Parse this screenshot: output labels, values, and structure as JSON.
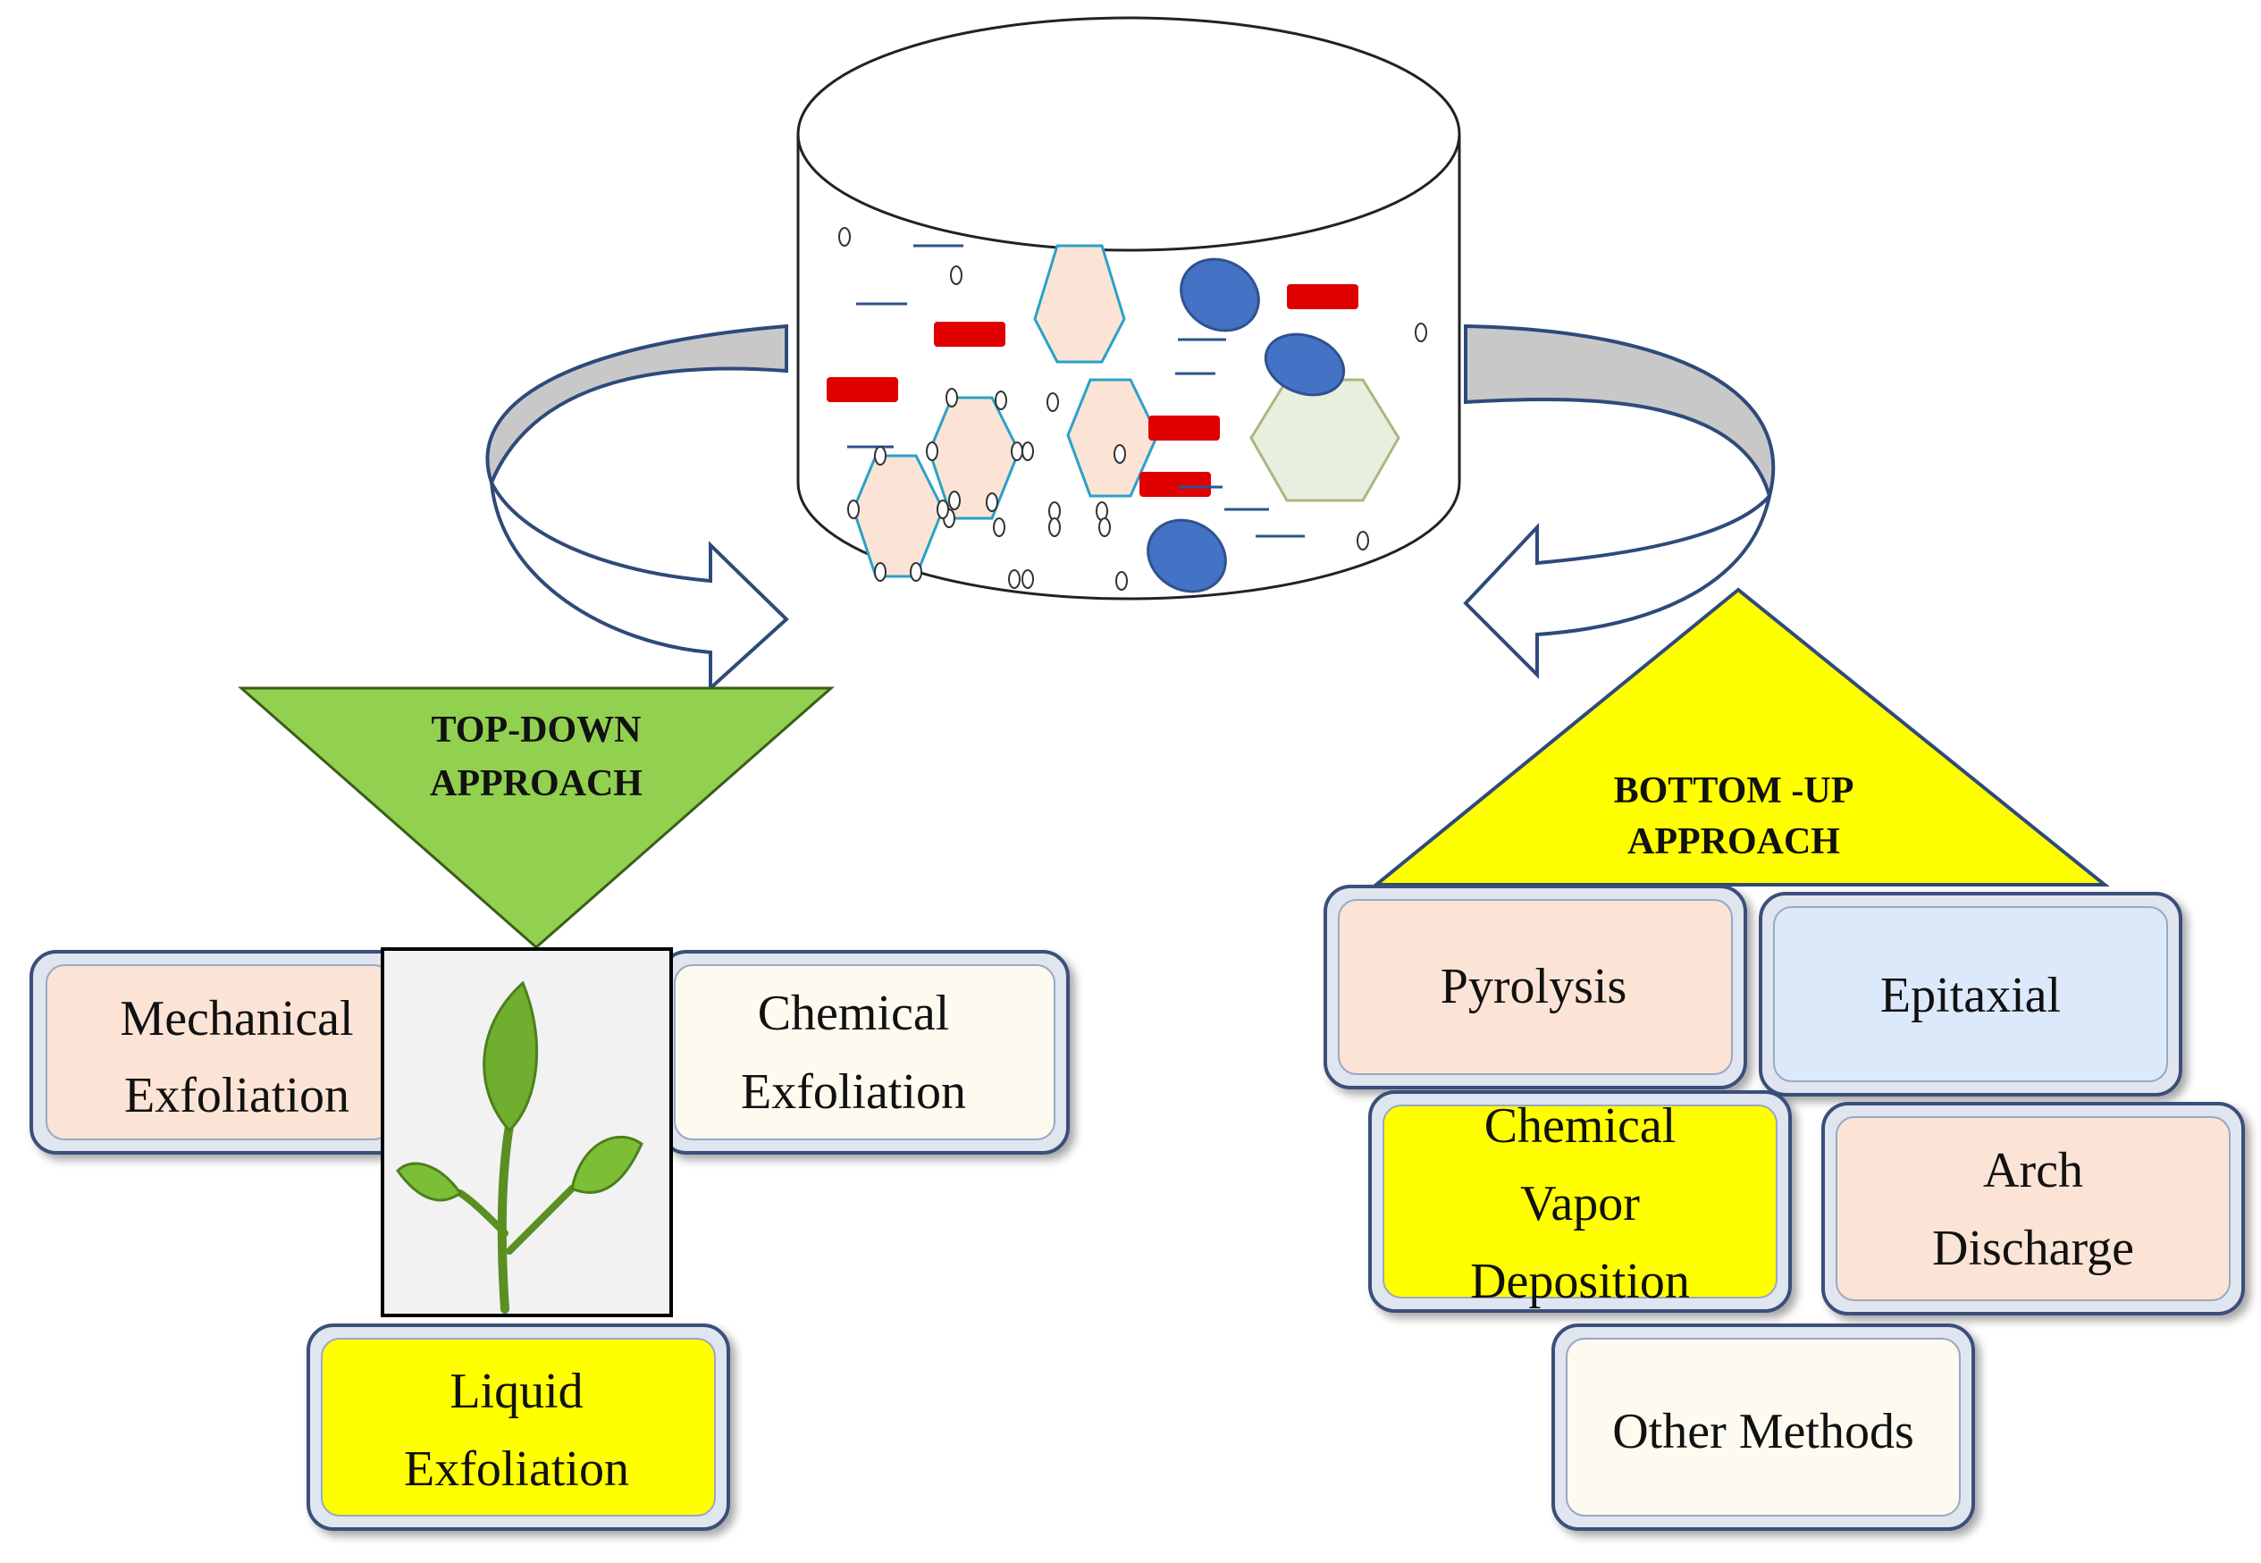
{
  "top_down": {
    "title_line1": "TOP-DOWN",
    "title_line2": "APPROACH",
    "methods": {
      "mechanical": [
        "Mechanical",
        "Exfoliation"
      ],
      "chemical": [
        "Chemical",
        "Exfoliation"
      ],
      "liquid": [
        "Liquid",
        "Exfoliation"
      ]
    },
    "plant_image": "plant-icon"
  },
  "bottom_up": {
    "title_line1": "BOTTOM -UP",
    "title_line2": "APPROACH",
    "methods": {
      "pyrolysis": "Pyrolysis",
      "epitaxial": "Epitaxial",
      "cvd": [
        "Chemical",
        "Vapor",
        "Deposition"
      ],
      "arch": [
        "Arch",
        "Discharge"
      ],
      "other": "Other Methods"
    }
  },
  "colors": {
    "peach": "#fbe4d5",
    "cream": "#fdfaf0",
    "yellow": "#ffff00",
    "light_blue": "#dbe9fa",
    "green_triangle": "#92d050",
    "box_border": "#3b4f7a",
    "red_bar": "#e00000",
    "blue_oval": "#4472c4"
  }
}
